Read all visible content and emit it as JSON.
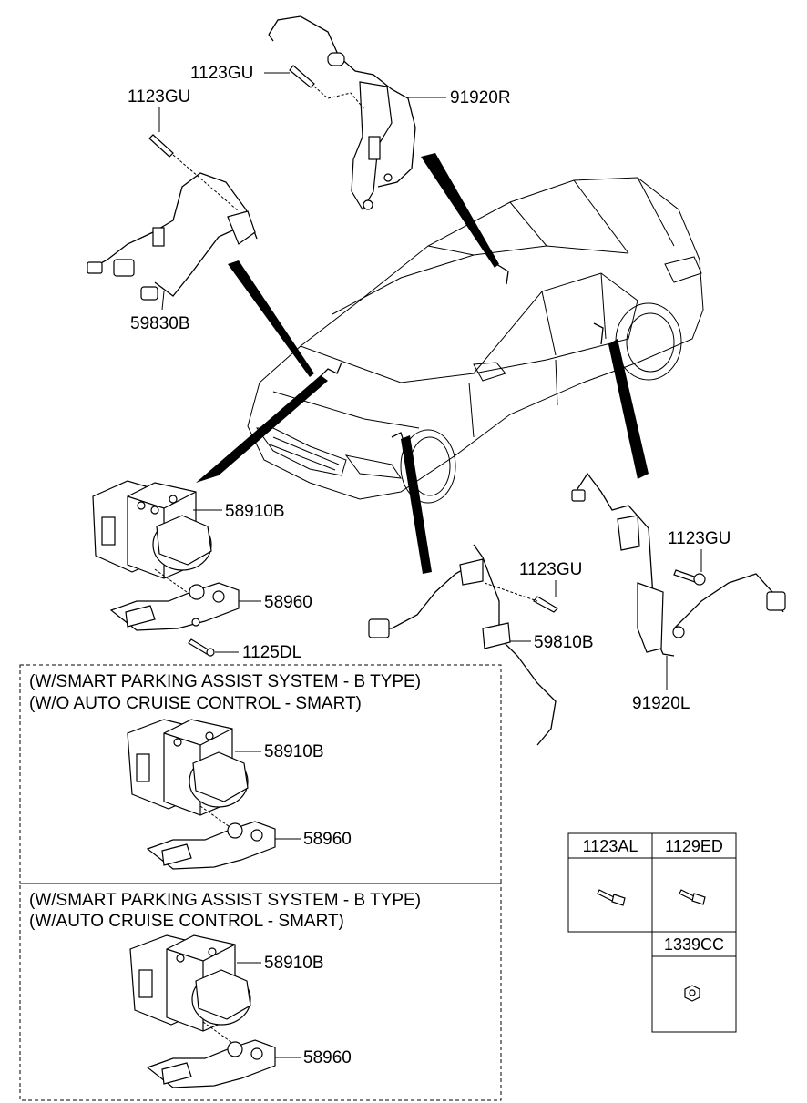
{
  "labels": {
    "p_1123GU_top": "1123GU",
    "p_1123GU_left": "1123GU",
    "p_91920R": "91920R",
    "p_59830B": "59830B",
    "p_58910B_main": "58910B",
    "p_58960_main": "58960",
    "p_1125DL": "1125DL",
    "p_1123GU_mid": "1123GU",
    "p_59810B": "59810B",
    "p_1123GU_right": "1123GU",
    "p_91920L": "91920L",
    "p_58910B_b1": "58910B",
    "p_58960_b1": "58960",
    "p_58910B_b2": "58910B",
    "p_58960_b2": "58960"
  },
  "box1": {
    "line1": "(W/SMART PARKING ASSIST SYSTEM - B TYPE)",
    "line2": "(W/O AUTO CRUISE CONTROL - SMART)"
  },
  "box2": {
    "line1": "(W/SMART PARKING ASSIST SYSTEM - B TYPE)",
    "line2": "(W/AUTO CRUISE CONTROL - SMART)"
  },
  "hardware_table": {
    "headers": [
      "1123AL",
      "1129ED",
      "1339CC"
    ]
  }
}
